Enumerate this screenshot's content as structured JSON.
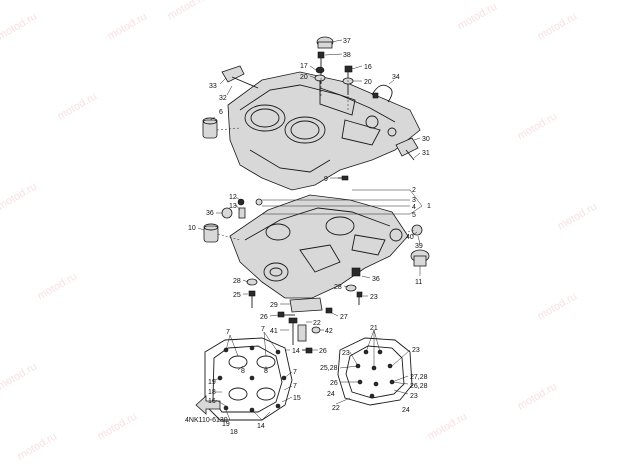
{
  "diagram": {
    "code": "4NK110-6130",
    "watermark": "motod.ru",
    "callouts": [
      {
        "id": "c37",
        "text": "37"
      },
      {
        "id": "c38",
        "text": "38"
      },
      {
        "id": "c17",
        "text": "17"
      },
      {
        "id": "c20a",
        "text": "20"
      },
      {
        "id": "c16",
        "text": "16"
      },
      {
        "id": "c20b",
        "text": "20"
      },
      {
        "id": "c34",
        "text": "34"
      },
      {
        "id": "c33",
        "text": "33"
      },
      {
        "id": "c32",
        "text": "32"
      },
      {
        "id": "c6",
        "text": "6"
      },
      {
        "id": "c30",
        "text": "30"
      },
      {
        "id": "c31",
        "text": "31"
      },
      {
        "id": "c9",
        "text": "9"
      },
      {
        "id": "c2",
        "text": "2"
      },
      {
        "id": "c3",
        "text": "3"
      },
      {
        "id": "c1",
        "text": "1"
      },
      {
        "id": "c4",
        "text": "4"
      },
      {
        "id": "c5",
        "text": "5"
      },
      {
        "id": "c12",
        "text": "12"
      },
      {
        "id": "c13",
        "text": "13"
      },
      {
        "id": "c36a",
        "text": "36"
      },
      {
        "id": "c10",
        "text": "10"
      },
      {
        "id": "c40",
        "text": "40"
      },
      {
        "id": "c39",
        "text": "39"
      },
      {
        "id": "c11",
        "text": "11"
      },
      {
        "id": "c28a",
        "text": "28"
      },
      {
        "id": "c25",
        "text": "25"
      },
      {
        "id": "c36b",
        "text": "36"
      },
      {
        "id": "c28b",
        "text": "28"
      },
      {
        "id": "c23a",
        "text": "23"
      },
      {
        "id": "c29",
        "text": "29"
      },
      {
        "id": "c26a",
        "text": "26"
      },
      {
        "id": "c27",
        "text": "27"
      },
      {
        "id": "c41",
        "text": "41"
      },
      {
        "id": "c22",
        "text": "22"
      },
      {
        "id": "c42",
        "text": "42"
      },
      {
        "id": "c26b",
        "text": "26"
      },
      {
        "id": "c14a",
        "text": "14"
      },
      {
        "id": "c7a",
        "text": "7"
      },
      {
        "id": "c7b",
        "text": "7"
      },
      {
        "id": "c8a",
        "text": "8"
      },
      {
        "id": "c8b",
        "text": "8"
      },
      {
        "id": "c7c",
        "text": "7"
      },
      {
        "id": "c19a",
        "text": "19"
      },
      {
        "id": "c18a",
        "text": "18"
      },
      {
        "id": "c16b",
        "text": "16"
      },
      {
        "id": "c7d",
        "text": "7"
      },
      {
        "id": "c15",
        "text": "15"
      },
      {
        "id": "c19b",
        "text": "19"
      },
      {
        "id": "c18b",
        "text": "18"
      },
      {
        "id": "c14b",
        "text": "14"
      },
      {
        "id": "c21",
        "text": "21"
      },
      {
        "id": "c23b",
        "text": "23"
      },
      {
        "id": "c2328",
        "text": "23"
      },
      {
        "id": "c2528",
        "text": "25,28"
      },
      {
        "id": "c26c",
        "text": "26"
      },
      {
        "id": "c2728",
        "text": "27,28"
      },
      {
        "id": "c2628",
        "text": "26,28"
      },
      {
        "id": "c23c",
        "text": "23"
      },
      {
        "id": "c24a",
        "text": "24"
      },
      {
        "id": "c22b",
        "text": "22"
      },
      {
        "id": "c24b",
        "text": "24"
      }
    ]
  }
}
